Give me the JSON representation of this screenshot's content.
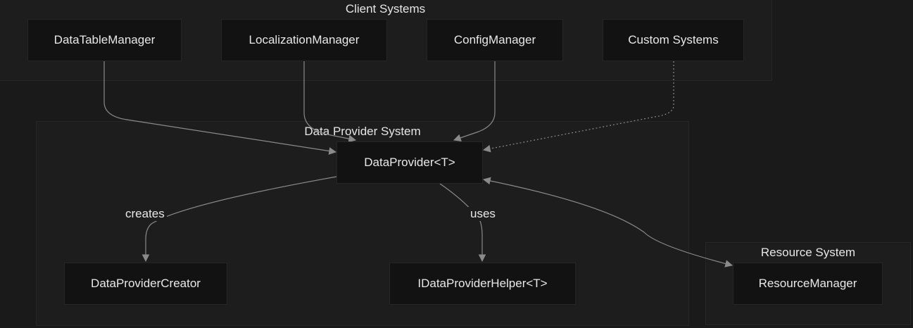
{
  "clusters": {
    "client": {
      "title": "Client Systems"
    },
    "provider": {
      "title": "Data Provider System"
    },
    "resource": {
      "title": "Resource System"
    }
  },
  "nodes": {
    "datatable": "DataTableManager",
    "localization": "LocalizationManager",
    "config": "ConfigManager",
    "custom": "Custom Systems",
    "dataprovider": "DataProvider<T>",
    "creator": "DataProviderCreator",
    "helper": "IDataProviderHelper<T>",
    "resourcemanager": "ResourceManager"
  },
  "edges": {
    "creates": "creates",
    "uses": "uses"
  },
  "colors": {
    "background": "#1a1a1a",
    "cluster_fill": "#1d1d1d",
    "node_fill": "#121212",
    "edge": "#8a8a8a"
  }
}
